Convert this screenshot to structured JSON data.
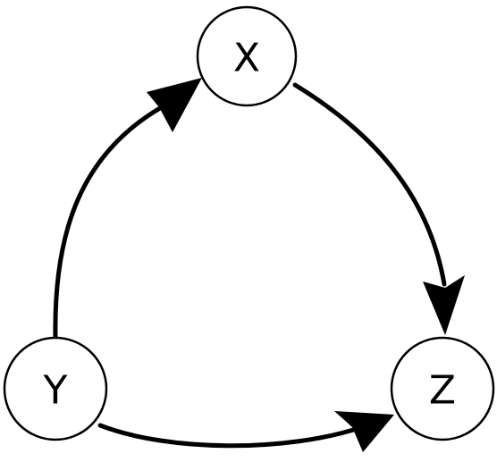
{
  "diagram": {
    "nodes": [
      {
        "id": "x",
        "label": "X"
      },
      {
        "id": "y",
        "label": "Y"
      },
      {
        "id": "z",
        "label": "Z"
      }
    ],
    "edges": [
      {
        "from": "y",
        "to": "x"
      },
      {
        "from": "x",
        "to": "z"
      },
      {
        "from": "y",
        "to": "z"
      }
    ],
    "colors": {
      "stroke": "#000000",
      "node_fill": "#ffffff"
    }
  }
}
